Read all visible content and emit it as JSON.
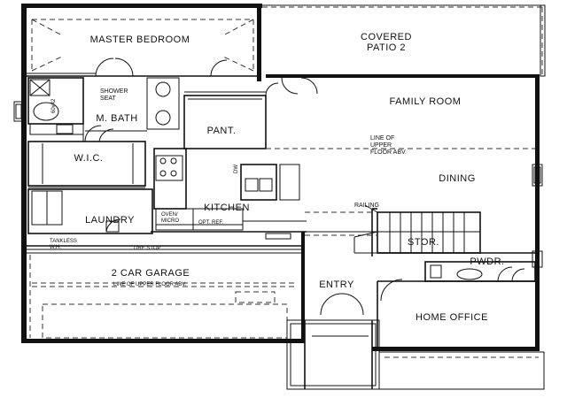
{
  "plan": {
    "rooms": {
      "master_bedroom": "MASTER BEDROOM",
      "covered_patio_line1": "COVERED",
      "covered_patio_line2": "PATIO 2",
      "family_room": "FAMILY ROOM",
      "shower_seat_line1": "SHOWER",
      "shower_seat_line2": "SEAT",
      "m_bath": "M. BATH",
      "pant": "PANT.",
      "wic": "W.I.C.",
      "dining": "DINING",
      "kitchen": "KITCHEN",
      "laundry": "LAUNDRY",
      "two_car_garage": "2 CAR GARAGE",
      "entry": "ENTRY",
      "home_office": "HOME OFFICE",
      "stor": "STOR.",
      "pwdr": "PWDR."
    },
    "notes": {
      "line_upper_1": "LINE OF",
      "line_upper_2": "UPPER",
      "line_upper_3": "FLOOR ABV.",
      "railing": "RAILING",
      "oven_micro_1": "OVEN/",
      "oven_micro_2": "MICRO",
      "opt_ref": "OPT. REF.",
      "tankless_1": "TANKLESS",
      "tankless_2": "W.H.",
      "tire_stop": "TIRE STOP",
      "garage_line": "LINE OF UPPER FLOOR ABV.",
      "tub_size": "60x42",
      "dw": "DW"
    }
  }
}
